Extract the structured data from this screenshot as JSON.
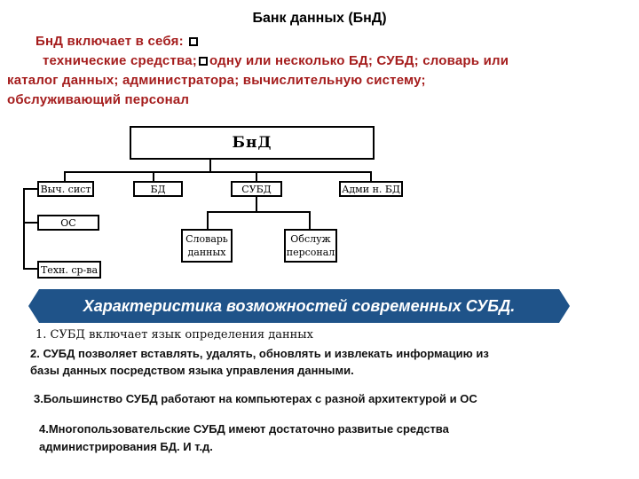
{
  "title": "Банк данных (БнД)",
  "intro": {
    "line1": "БнД включает в себя:",
    "line2a": "технические средства;",
    "line2b": "одну или несколько БД;  СУБД;  словарь или",
    "line3": "каталог данных;  администратора;  вычислительную систему;",
    "line4": "обслуживающий персонал"
  },
  "diagram": {
    "root": "БнД",
    "top_children": [
      "Выч. сист",
      "БД",
      "СУБД",
      "Адми н. БД"
    ],
    "left_children": [
      "ОС",
      "Техн. ср-ва"
    ],
    "subbd_children": [
      "Словарь данных",
      "Обслуж персонал"
    ]
  },
  "banner": "Характеристика возможностей современных СУБД.",
  "items": [
    "1. СУБД включает язык определения данных",
    "2. СУБД позволяет вставлять, удалять, обновлять и извлекать информацию из",
    "базы данных посредством языка управления данными.",
    "3.Большинство СУБД работают на компьютерах с разной архитектурой и ОС",
    "4.Многопользовательские СУБД имеют достаточно развитые средства",
    "администрирования БД. И т.д."
  ]
}
